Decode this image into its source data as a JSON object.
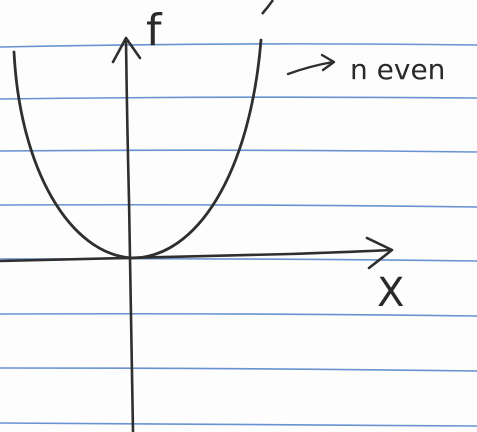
{
  "page": {
    "paper_color": "#fdfdfd",
    "rule_color": "#4f7fc9"
  },
  "graph": {
    "ink_color": "#2f2f2f",
    "y_axis_label": "f",
    "x_axis_label": "X",
    "annotation_text": "n even",
    "curve": "parabola"
  }
}
